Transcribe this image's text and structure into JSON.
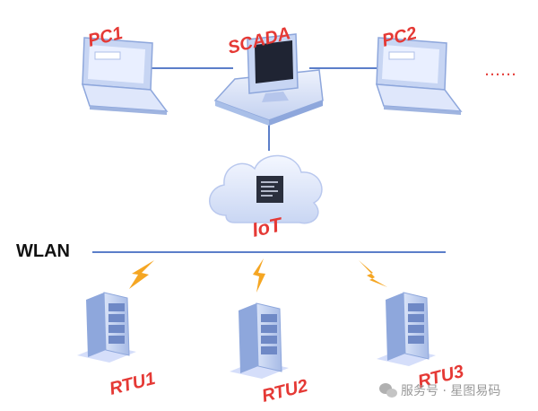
{
  "nodes": {
    "pc1": "PC1",
    "scada": "SCADA",
    "pc2": "PC2",
    "more": "……",
    "iot": "IoT",
    "wlan": "WLAN",
    "rtu1": "RTU1",
    "rtu2": "RTU2",
    "rtu3": "RTU3"
  },
  "watermark": "服务号 · 星图易码",
  "colors": {
    "label_red": "#e53935",
    "line_blue": "#5b7ec9",
    "bolt_orange": "#f5a623",
    "device_blue": "#a9bfe8"
  }
}
